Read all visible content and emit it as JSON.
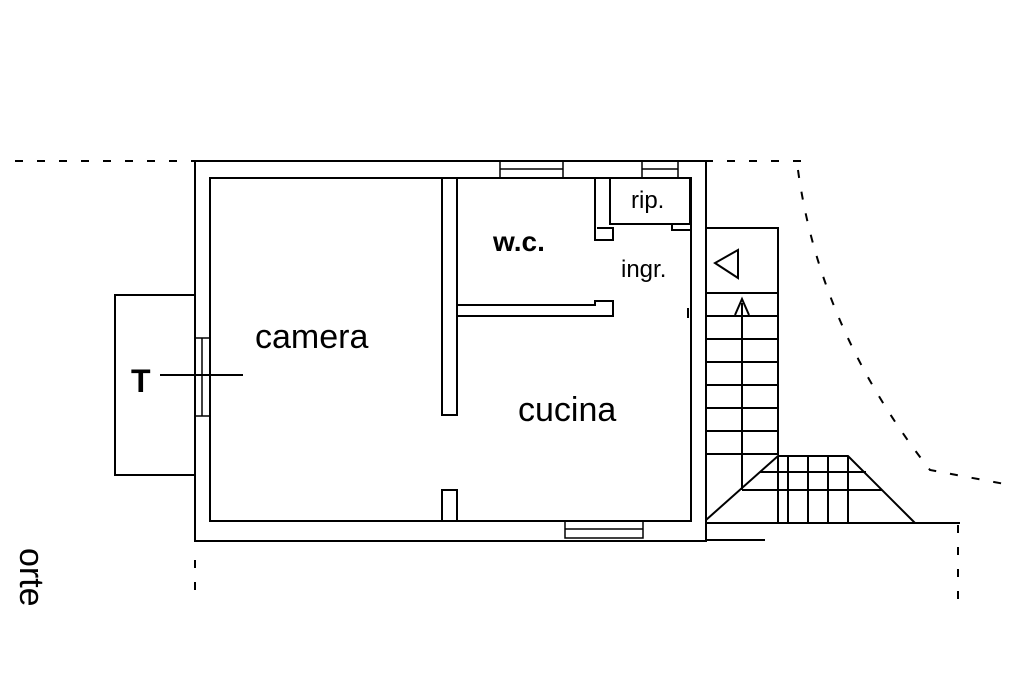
{
  "rooms": {
    "camera": "camera",
    "cucina": "cucina",
    "wc": "w.c.",
    "ripostiglio": "rip.",
    "ingresso": "ingr."
  },
  "terrace_label": "T",
  "courtyard_label": "orte",
  "colors": {
    "line": "#000000",
    "background": "#ffffff"
  }
}
